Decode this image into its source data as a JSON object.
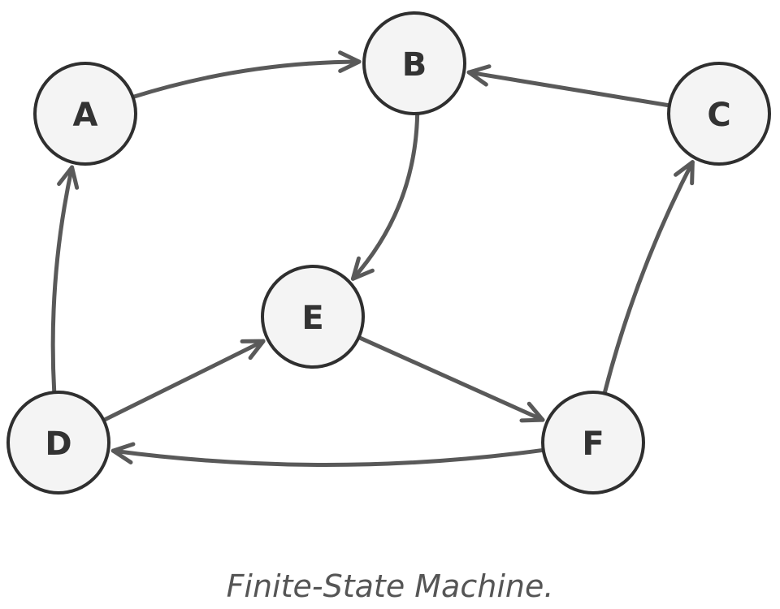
{
  "diagram": {
    "type": "finite-state-machine",
    "caption": "Finite-State Machine.",
    "colors": {
      "node_fill": "#f4f4f4",
      "node_stroke": "#2f2f2f",
      "edge": "#595959",
      "label": "#333333",
      "caption": "#555555"
    },
    "nodes": [
      {
        "id": "A",
        "label": "A"
      },
      {
        "id": "B",
        "label": "B"
      },
      {
        "id": "C",
        "label": "C"
      },
      {
        "id": "D",
        "label": "D"
      },
      {
        "id": "E",
        "label": "E"
      },
      {
        "id": "F",
        "label": "F"
      }
    ],
    "edges": [
      {
        "from": "A",
        "to": "B"
      },
      {
        "from": "C",
        "to": "B"
      },
      {
        "from": "B",
        "to": "E"
      },
      {
        "from": "D",
        "to": "A"
      },
      {
        "from": "D",
        "to": "E"
      },
      {
        "from": "E",
        "to": "F"
      },
      {
        "from": "F",
        "to": "C"
      },
      {
        "from": "F",
        "to": "D"
      }
    ]
  }
}
